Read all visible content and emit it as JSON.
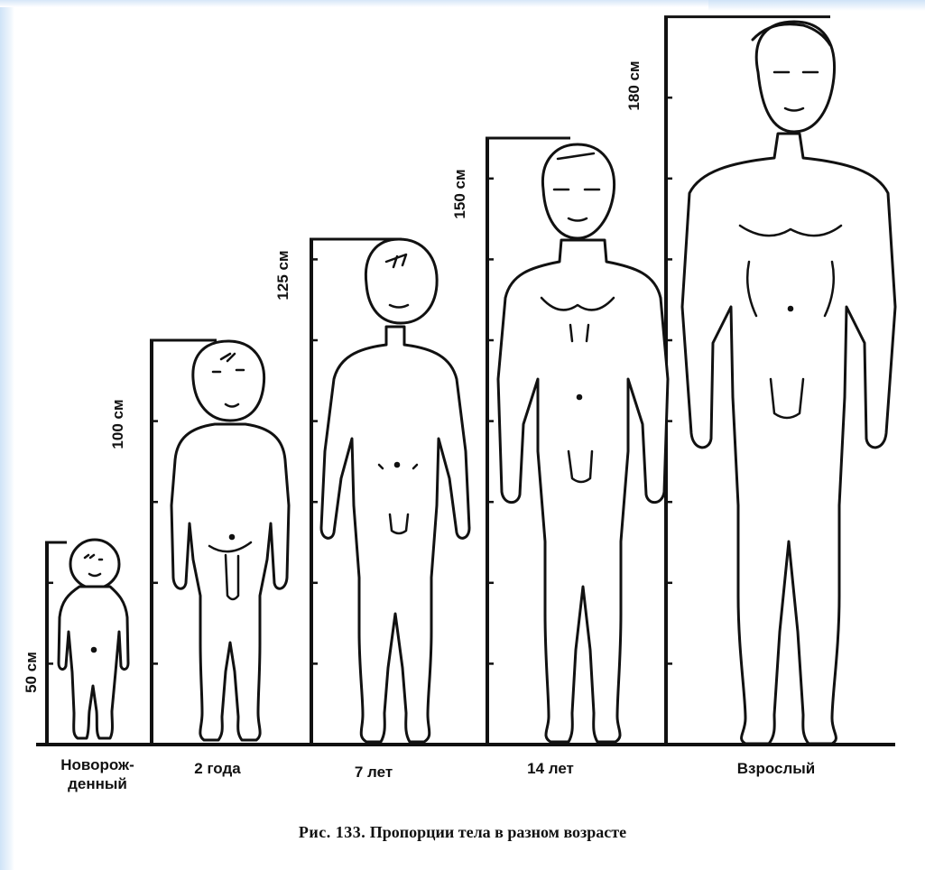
{
  "figures": [
    {
      "key": "newborn",
      "height_cm": 50,
      "height_label": "50 см",
      "caption_lines": [
        "Новорож-",
        "денный"
      ]
    },
    {
      "key": "age2",
      "height_cm": 100,
      "height_label": "100 см",
      "caption_lines": [
        "2 года"
      ]
    },
    {
      "key": "age7",
      "height_cm": 125,
      "height_label": "125 см",
      "caption_lines": [
        "7 лет"
      ]
    },
    {
      "key": "age14",
      "height_cm": 150,
      "height_label": "150 см",
      "caption_lines": [
        "14 лет"
      ]
    },
    {
      "key": "adult",
      "height_cm": 180,
      "height_label": "180 см",
      "caption_lines": [
        "Взрослый"
      ]
    }
  ],
  "caption": {
    "prefix": "Рис. 133.",
    "text": "Пропорции тела в разном возрасте"
  }
}
